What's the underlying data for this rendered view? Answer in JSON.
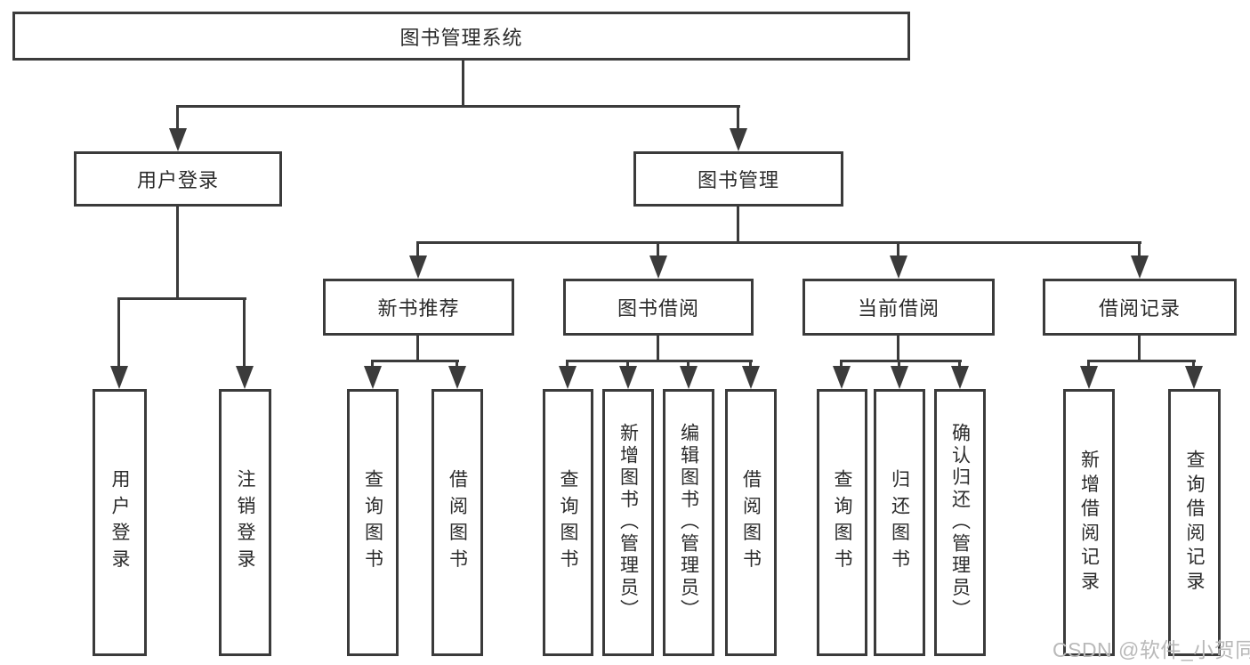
{
  "diagram": {
    "title": "图书管理系统",
    "root": {
      "label": "图书管理系统"
    },
    "level2": {
      "user_login": {
        "label": "用户登录"
      },
      "book_mgmt": {
        "label": "图书管理"
      }
    },
    "level3": {
      "new_book_rec": {
        "label": "新书推荐"
      },
      "book_borrow": {
        "label": "图书借阅"
      },
      "current_borrow": {
        "label": "当前借阅"
      },
      "borrow_records": {
        "label": "借阅记录"
      }
    },
    "leaves": {
      "user_login": [
        "用户登录",
        "注销登录"
      ],
      "new_book_rec": [
        "查询图书",
        "借阅图书"
      ],
      "book_borrow": [
        "查询图书",
        "新增图书（管理员）",
        "编辑图书（管理员）",
        "借阅图书"
      ],
      "current_borrow": [
        "查询图书",
        "归还图书",
        "确认归还（管理员）"
      ],
      "borrow_records": [
        "新增借阅记录",
        "查询借阅记录"
      ]
    }
  },
  "watermark": {
    "text": "CSDN @软件_小贺同学"
  },
  "colors": {
    "line": "#3b3b3b",
    "text": "#2b2b2b",
    "box_background": "#ffffff",
    "page_background": "#ffffff",
    "watermark": "#b9b9b9"
  }
}
